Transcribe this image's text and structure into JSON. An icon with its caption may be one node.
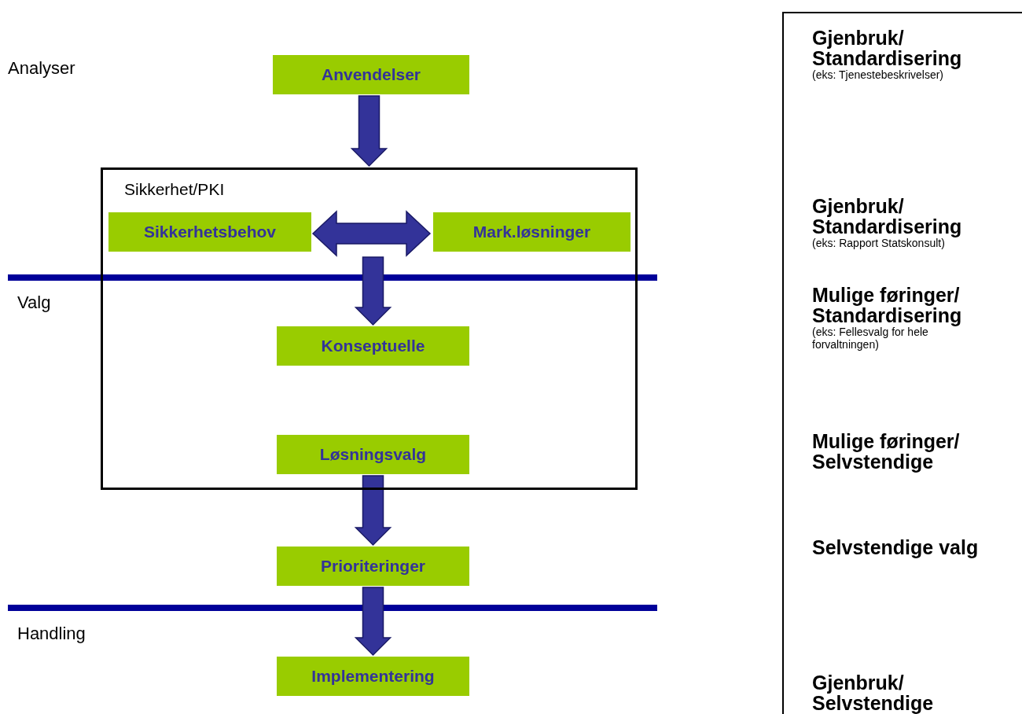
{
  "diagram": {
    "nodes": [
      {
        "text": [
          "Anvendelser"
        ]
      },
      {
        "text": [
          "Sikkerhet/PKI"
        ]
      },
      {
        "text": [
          "Sikkerhetsbehov"
        ],
        "in": 1
      },
      {
        "text": [
          "Mark.løsninger"
        ],
        "in": 1
      },
      {
        "text": [
          "Konseptuelle"
        ],
        "in": 1
      },
      {
        "text": [
          "Løsningsvalg"
        ],
        "in": 1
      },
      {
        "text": [
          "Prioriteringer"
        ]
      },
      {
        "text": [
          "Implementering"
        ]
      }
    ],
    "edges": [
      {
        "from": 0,
        "to": 1,
        "arrow": "to"
      },
      {
        "from": 2,
        "to": 3,
        "arrow": "both"
      },
      {
        "from": null,
        "to": 4,
        "arrow": "to"
      },
      {
        "from": 5,
        "to": 6,
        "arrow": "to"
      },
      {
        "from": 6,
        "to": 7,
        "arrow": "to"
      }
    ],
    "labels": [
      "Analyser",
      "Gjenbruk/ Standardisering",
      "(eks: Tjenestebeskrivelser)",
      "Gjenbruk/ Standardisering",
      "(eks: Rapport Statskonsult)",
      "Valg",
      "Mulige føringer/ Standardisering",
      "(eks: Fellesvalg for hele forvaltningen)",
      "Mulige føringer/ Selvstendige",
      "Selvstendige valg",
      "Handling",
      "Gjenbruk/ Selvstendige"
    ]
  }
}
